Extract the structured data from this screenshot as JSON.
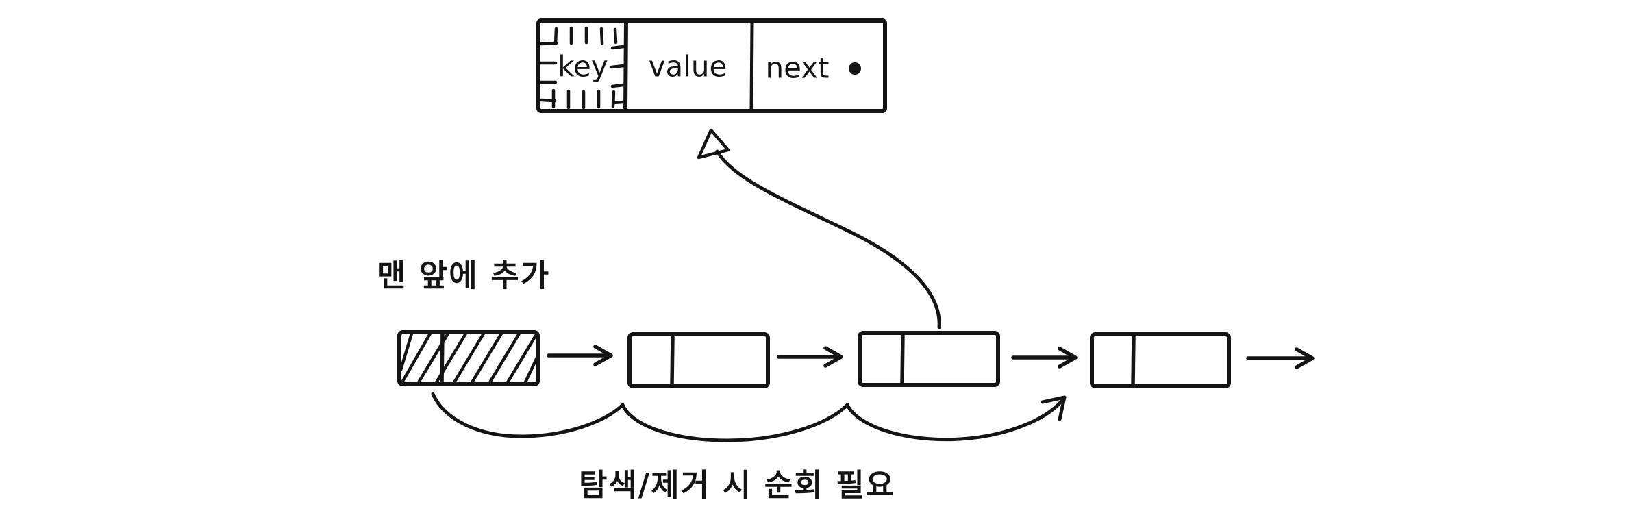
{
  "canvas": {
    "background": "#ffffff",
    "ink": "#141414"
  },
  "record": {
    "key_label": "key",
    "value_label": "value",
    "next_label": "next",
    "next_pointer_icon": "bullet-dot"
  },
  "annotations": {
    "insert_front": "맨 앞에 추가",
    "traversal": "탐색/제거 시 순회 필요"
  },
  "list": {
    "node_count": 4,
    "head_style": "hatched",
    "type": "singly-linked"
  }
}
